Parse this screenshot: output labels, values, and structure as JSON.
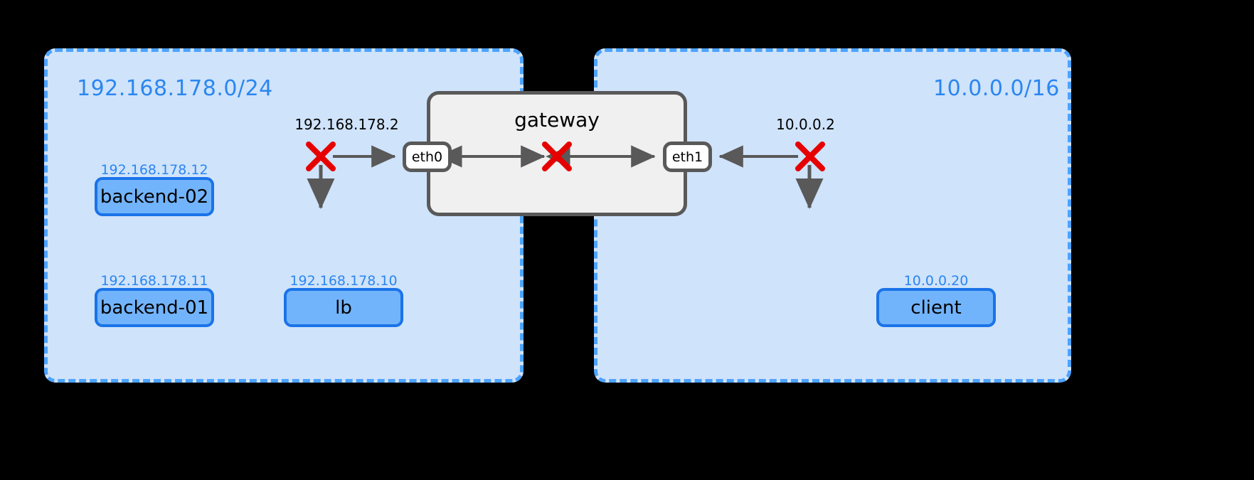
{
  "diagram": {
    "title": "network namespace connectivity diagram",
    "background_color": "#000000"
  },
  "subnets": [
    {
      "id": "left",
      "label": "192.168.178.0/24",
      "fill_color": "#cfe3fb",
      "border_color": "#4da3ff",
      "label_color": "#2b86f0"
    },
    {
      "id": "right",
      "label": "10.0.0.0/16",
      "fill_color": "#cfe3fb",
      "border_color": "#4da3ff",
      "label_color": "#2b86f0"
    }
  ],
  "nodes": [
    {
      "id": "backend-02",
      "label": "backend-02",
      "ip": "192.168.178.12",
      "subnet": "left",
      "fill_color": "#72b4fb",
      "border_color": "#1a73e8"
    },
    {
      "id": "backend-01",
      "label": "backend-01",
      "ip": "192.168.178.11",
      "subnet": "left",
      "fill_color": "#72b4fb",
      "border_color": "#1a73e8"
    },
    {
      "id": "lb",
      "label": "lb",
      "ip": "192.168.178.10",
      "subnet": "left",
      "fill_color": "#72b4fb",
      "border_color": "#1a73e8"
    },
    {
      "id": "client",
      "label": "client",
      "ip": "10.0.0.20",
      "subnet": "right",
      "fill_color": "#72b4fb",
      "border_color": "#1a73e8"
    }
  ],
  "gateway": {
    "label": "gateway",
    "fill_color": "#f0f0f0",
    "border_color": "#595959",
    "interfaces": [
      {
        "id": "eth0",
        "label": "eth0",
        "ip": "192.168.178.2",
        "side": "left"
      },
      {
        "id": "eth1",
        "label": "eth1",
        "ip": "10.0.0.2",
        "side": "right"
      }
    ]
  },
  "edge_labels": [
    {
      "id": "eth0-ip",
      "text": "192.168.178.2"
    },
    {
      "id": "eth1-ip",
      "text": "10.0.0.2"
    }
  ],
  "blocked_markers": [
    {
      "id": "left-subnet-block",
      "icon": "red-x-icon",
      "color": "#e60000",
      "position": "left of eth0"
    },
    {
      "id": "gateway-forward-block",
      "icon": "red-x-icon",
      "color": "#e60000",
      "position": "center of gateway"
    },
    {
      "id": "right-subnet-block",
      "icon": "red-x-icon",
      "color": "#e60000",
      "position": "right of eth1"
    }
  ],
  "arrows": {
    "color": "#595959",
    "connections": [
      {
        "from": "left-subnet-block",
        "to": "eth0",
        "direction": "right"
      },
      {
        "from": "eth0",
        "to": "gateway-forward-block",
        "direction": "both"
      },
      {
        "from": "right-subnet-block",
        "to": "eth1",
        "direction": "left"
      },
      {
        "from": "eth1",
        "to": "gateway-forward-block",
        "direction": "both"
      },
      {
        "from": "left-subnet-block",
        "to": "lb-area",
        "direction": "down"
      },
      {
        "from": "right-subnet-block",
        "to": "client-area",
        "direction": "down"
      }
    ]
  }
}
